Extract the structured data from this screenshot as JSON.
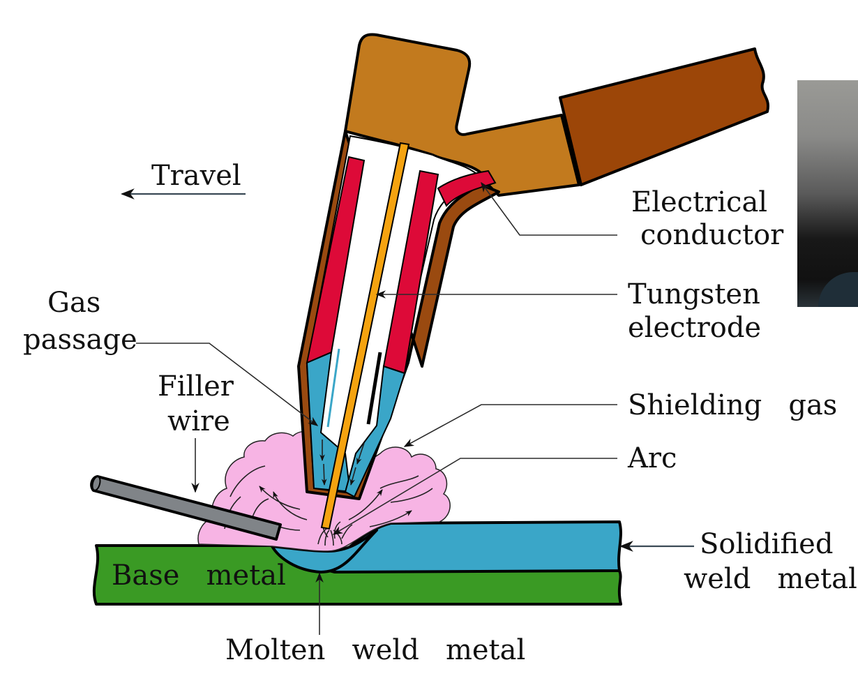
{
  "diagram": {
    "title": "Gas tungsten arc welding (GTAW) torch cross-section",
    "labels": {
      "travel": "Travel",
      "gas_passage_line1": "Gas",
      "gas_passage_line2": "passage",
      "filler_wire_line1": "Filler",
      "filler_wire_line2": "wire",
      "electrical_conductor_line1": "Electrical",
      "electrical_conductor_line2": "conductor",
      "tungsten_electrode_line1": "Tungsten",
      "tungsten_electrode_line2": "electrode",
      "shielding_gas": "Shielding   gas",
      "arc": "Arc",
      "solidified_weld_metal_line1": "Solidified",
      "solidified_weld_metal_line2": "weld   metal",
      "base_metal": "Base   metal",
      "molten_weld_metal": "Molten   weld   metal"
    },
    "colors": {
      "torch_body": "#c27a1e",
      "cable": "#9c4608",
      "insulator": "#dd0a38",
      "sheath": "#9a4a10",
      "electrode": "#f5a310",
      "gas_nozzle": "#3aa6c8",
      "shielding_gas": "#f7b4e4",
      "filler_wire": "#808488",
      "weld_metal": "#3aa6c8",
      "base_metal": "#3a9a24"
    }
  },
  "overlay": {
    "webcam_thumbnail": "partial-video-thumbnail"
  }
}
